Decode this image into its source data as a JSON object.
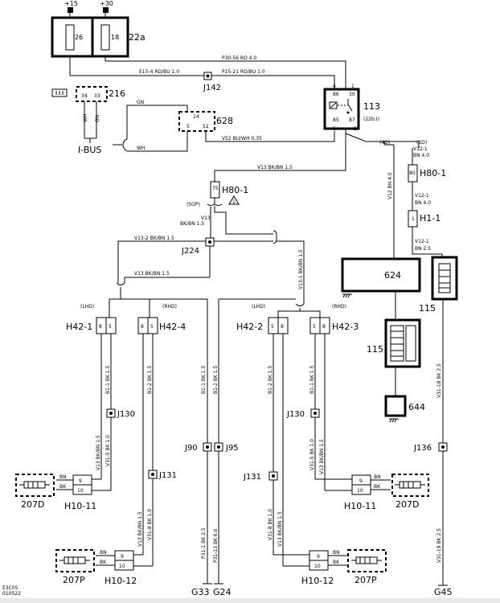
{
  "diagram": {
    "supply": {
      "plus15": "+15",
      "plus30": "+30"
    },
    "fuse_box": {
      "id": "22a",
      "fuse_left": "26",
      "fuse_right": "18"
    },
    "wires": {
      "p30_56": "P30-56  RD   4.0",
      "e15_4": "E15-4  RD/BU  1.0",
      "p15_21": "P15-21  RD/BU  1.0",
      "gn": "GN",
      "wh_top": "WH",
      "gn_top": "GN",
      "wh_bottom": "WH",
      "v52": "V52  BU/WH  0.35",
      "v13_top": "V13  BK/BN   1.5",
      "v13_mid": "V13",
      "bkbn_15": "BK/BN  1.5",
      "v13_2": "V13-2  BK/BN   1.5",
      "v13_low": "V13   BK/BN   1.5",
      "v13_1": "V13-1  BK/BN  1.5",
      "v12_bn": "V12  BN   4.0",
      "v12_1_a": "V12-1",
      "bn40_a": "BN  4.0",
      "v12_1_b": "V12-1",
      "bn40_b": "BN  4.0",
      "v12_1_c": "V12-1",
      "bn25_c": "BN  2.5",
      "v31_18": "V31-18  BK  2.5",
      "v31_19": "V31-19  BK  2.5",
      "b1_1_l": "B1-1  BK  1.5",
      "b1_2_l": "B1-2  BK  1.5",
      "b1_1_c": "B1-1  BK  1.5",
      "b1_2_c": "B1-2  BK  1.5",
      "b1_2_r": "B1-2  BK  1.5",
      "b1_1_r": "B1-1  BK  1.5",
      "v31_5_l": "V31-5  BK  1.0",
      "v13_bkbn_l": "V13  BK/BN  1.5",
      "v31_8_l": "V31-8  BK  1.0",
      "v13_bkbn_l2": "V13  BK/BN  1.5",
      "p31_1": "P31-1  BK  2.5",
      "p31_13": "P31-13  BK  6.0",
      "v31_8_r": "V31-8  BK  1.0",
      "v13_bkbn_r": "V13  BK/BN  1.5",
      "v31_5_r": "V31-5  BK  1.0",
      "v13_bkbn_r2": "V13  BK/BN  1.5",
      "bn": "BN",
      "bk": "BK"
    },
    "connectors": {
      "j142": "J142",
      "c216": "216",
      "c216_pins": [
        "34",
        "33"
      ],
      "c628": "628",
      "c628_pins": [
        "14",
        "5",
        "52"
      ],
      "ibus": "I-BUS",
      "relay": "113",
      "relay_sub": "(22b:I)",
      "relay_pins": [
        "86",
        "30",
        "85",
        "87",
        "4",
        "1",
        "5",
        "2"
      ],
      "h80_1": "H80-1",
      "h80_1_pin": "75",
      "h80_1_r": "H80-1",
      "h80_1_r_pin": "80",
      "h1_1": "H1-1",
      "h1_1_pin": "1",
      "sop": "(SOP)",
      "sop_note": "1",
      "five_d": "(5D)",
      "four_d": "(4D)",
      "j224": "J224",
      "lhd_l": "(LHD)",
      "rhd_l": "(RHD)",
      "lhd_r": "(LHD)",
      "rhd_r": "(RHD)",
      "h42_1": "H42-1",
      "h42_4": "H42-4",
      "h42_2": "H42-2",
      "h42_3": "H42-3",
      "pin5": "5",
      "pin8": "8",
      "j130_l": "J130",
      "j130_r": "J130",
      "j131_l": "J131",
      "j131_r": "J131",
      "j90": "J90",
      "j95": "J95",
      "j136": "J136",
      "h10_11_l": "H10-11",
      "h10_11_r": "H10-11",
      "h10_12_l": "H10-12",
      "h10_12_r": "H10-12",
      "pin9": "9",
      "pin10": "10",
      "c207d_l": "207D",
      "c207d_r": "207D",
      "c207p_l": "207P",
      "c207p_r": "207P",
      "c624": "624",
      "c115_a": "115",
      "c115_b": "115",
      "c644": "644",
      "g33": "G33",
      "g24": "G24",
      "g45": "G45"
    },
    "doc_codes": [
      "E3C05",
      "010522"
    ]
  }
}
